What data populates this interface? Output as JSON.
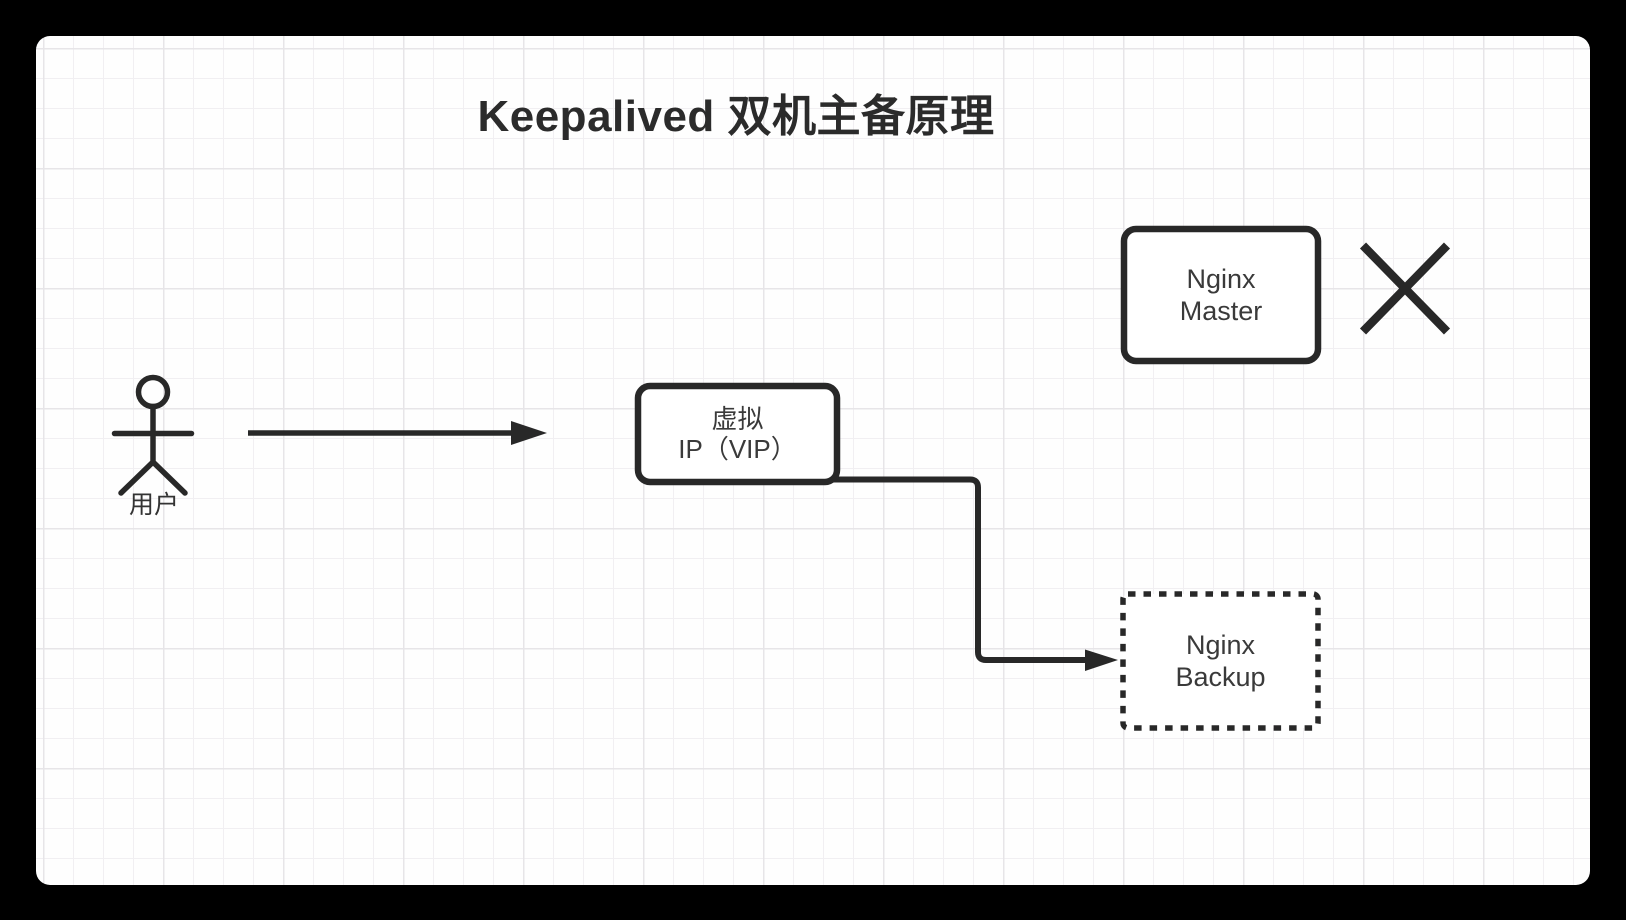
{
  "title": "Keepalived 双机主备原理",
  "nodes": {
    "user": {
      "label": "用户",
      "type": "actor"
    },
    "vip": {
      "line1": "虚拟",
      "line2": "IP（VIP）",
      "border": "solid-rounded"
    },
    "master": {
      "line1": "Nginx",
      "line2": "Master",
      "border": "solid-rounded",
      "status": "down",
      "failure_mark": "x-cross"
    },
    "backup": {
      "line1": "Nginx",
      "line2": "Backup",
      "border": "dotted-rounded",
      "status": "takeover-target"
    }
  },
  "connectors": [
    {
      "id": "user-to-vip",
      "from": "user",
      "to": "vip",
      "style": "straight",
      "arrow": "end"
    },
    {
      "id": "vip-to-backup",
      "from": "vip",
      "to": "backup",
      "style": "elbow",
      "arrow": "end"
    }
  ],
  "colors": {
    "background_frame": "#000000",
    "canvas": "#fefefe",
    "grid_minor": "#f1eff2",
    "grid_major": "#e7e5e8",
    "ink": "#282828",
    "label_text": "#3a3a3a"
  }
}
